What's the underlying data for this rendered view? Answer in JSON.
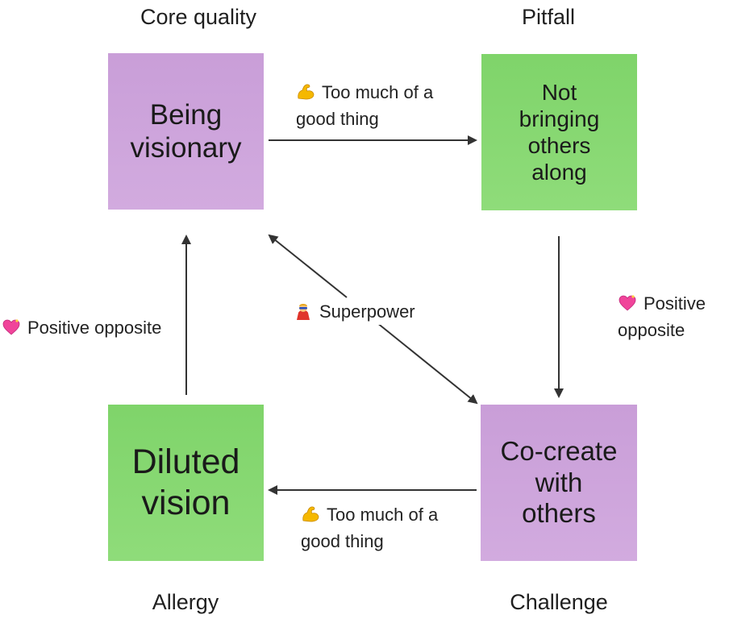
{
  "corners": {
    "core_quality": "Core quality",
    "pitfall": "Pitfall",
    "allergy": "Allergy",
    "challenge": "Challenge"
  },
  "notes": {
    "core_quality": "Being\nvisionary",
    "pitfall": "Not\nbringing\nothers\nalong",
    "allergy": "Diluted\nvision",
    "challenge": "Co-create\nwith\nothers"
  },
  "edges": {
    "top": {
      "icon": "flexed-biceps-icon",
      "text": "Too much of a\ngood thing"
    },
    "bottom": {
      "icon": "flexed-biceps-icon",
      "text": "Too much of a\ngood thing"
    },
    "left": {
      "icon": "heart-icon",
      "text": "Positive opposite"
    },
    "right": {
      "icon": "heart-icon",
      "text": "Positive\nopposite"
    },
    "diagonal": {
      "icon": "superhero-icon",
      "text": "Superpower"
    }
  },
  "colors": {
    "purple_note": "#cfa6dd",
    "green_note": "#84d76f",
    "arrow": "#333333"
  }
}
